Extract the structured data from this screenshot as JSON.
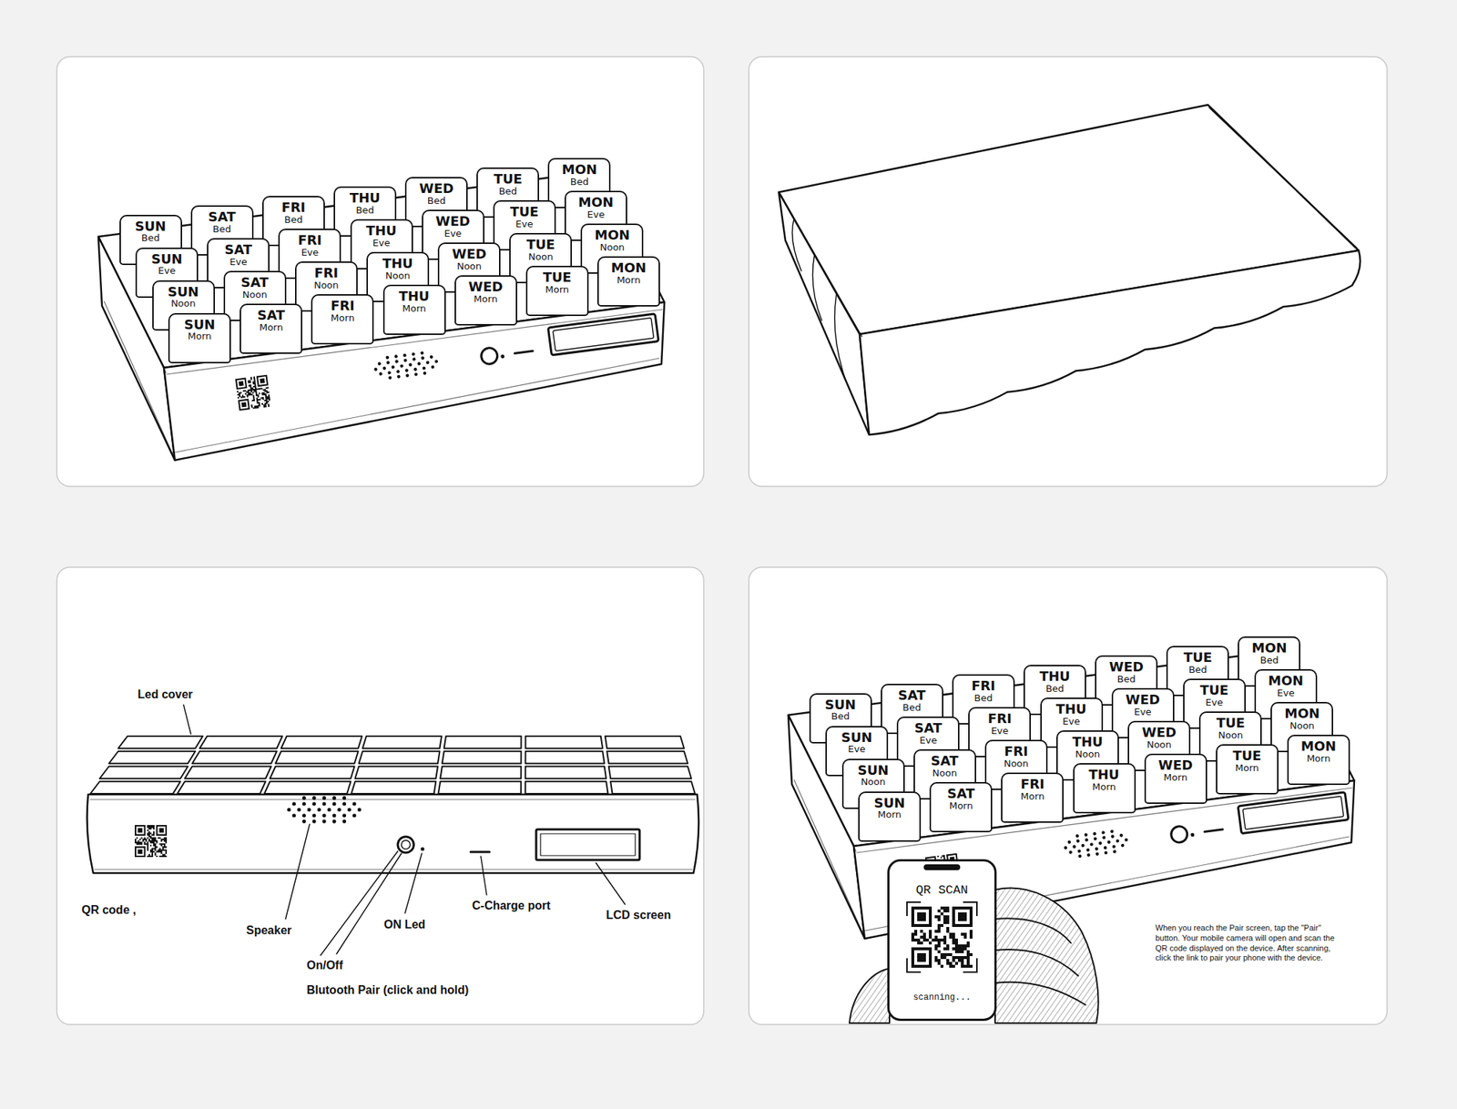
{
  "diagram": {
    "nodes": [
      {
        "text": [
          "SUN",
          "Bed"
        ]
      },
      {
        "text": [
          "SAT",
          "Bed"
        ]
      },
      {
        "text": [
          "FRI",
          "Bed"
        ]
      },
      {
        "text": [
          "THU",
          "Bed"
        ]
      },
      {
        "text": [
          "WED",
          "Bed"
        ]
      },
      {
        "text": [
          "TUE",
          "Bed"
        ]
      },
      {
        "text": [
          "MON",
          "Bed"
        ]
      },
      {
        "text": [
          "SUN",
          "Eve"
        ]
      },
      {
        "text": [
          "SAT",
          "Eve"
        ]
      },
      {
        "text": [
          "FRI",
          "Eve"
        ]
      },
      {
        "text": [
          "THU",
          "Eve"
        ]
      },
      {
        "text": [
          "WED",
          "Eve"
        ]
      },
      {
        "text": [
          "TUE",
          "Eve"
        ]
      },
      {
        "text": [
          "MON",
          "Eve"
        ]
      },
      {
        "text": [
          "SUN",
          "Noon"
        ]
      },
      {
        "text": [
          "SAT",
          "Noon"
        ]
      },
      {
        "text": [
          "FRI",
          "Noon"
        ]
      },
      {
        "text": [
          "THU",
          "Noon"
        ]
      },
      {
        "text": [
          "WED",
          "Noon"
        ]
      },
      {
        "text": [
          "TUE",
          "Noon"
        ]
      },
      {
        "text": [
          "MON",
          "Noon"
        ]
      },
      {
        "text": [
          "SUN",
          "Morn"
        ]
      },
      {
        "text": [
          "SAT",
          "Morn"
        ]
      },
      {
        "text": [
          "FRI",
          "Morn"
        ]
      },
      {
        "text": [
          "THU",
          "Morn"
        ]
      },
      {
        "text": [
          "WED",
          "Morn"
        ]
      },
      {
        "text": [
          "TUE",
          "Morn"
        ]
      },
      {
        "text": [
          "MON",
          "Morn"
        ]
      },
      {
        "text": [
          "SUN",
          "Bed"
        ]
      },
      {
        "text": [
          "SAT",
          "Bed"
        ]
      },
      {
        "text": [
          "FRI",
          "Bed"
        ]
      },
      {
        "text": [
          "THU",
          "Bed"
        ]
      },
      {
        "text": [
          "WED",
          "Bed"
        ]
      },
      {
        "text": [
          "TUE",
          "Bed"
        ]
      },
      {
        "text": [
          "MON",
          "Bed"
        ]
      },
      {
        "text": [
          "SUN",
          "Eve"
        ]
      },
      {
        "text": [
          "SAT",
          "Eve"
        ]
      },
      {
        "text": [
          "FRI",
          "Eve"
        ]
      },
      {
        "text": [
          "THU",
          "Eve"
        ]
      },
      {
        "text": [
          "WED",
          "Eve"
        ]
      },
      {
        "text": [
          "TUE",
          "Eve"
        ]
      },
      {
        "text": [
          "MON",
          "Eve"
        ]
      },
      {
        "text": [
          "SUN",
          "Noon"
        ]
      },
      {
        "text": [
          "SAT",
          "Noon"
        ]
      },
      {
        "text": [
          "FRI",
          "Noon"
        ]
      },
      {
        "text": [
          "THU",
          "Noon"
        ]
      },
      {
        "text": [
          "WED",
          "Noon"
        ]
      },
      {
        "text": [
          "TUE",
          "Noon"
        ]
      },
      {
        "text": [
          "MON",
          "Noon"
        ]
      },
      {
        "text": [
          "SUN",
          "Morn"
        ]
      },
      {
        "text": [
          "SAT",
          "Morn"
        ]
      },
      {
        "text": [
          "FRI",
          "Morn"
        ]
      },
      {
        "text": [
          "THU",
          "Morn"
        ]
      },
      {
        "text": [
          "WED",
          "Morn"
        ]
      },
      {
        "text": [
          "TUE",
          "Morn"
        ]
      },
      {
        "text": [
          "MON",
          "Morn"
        ]
      },
      {
        "text": [
          "QR SCAN",
          "scanning..."
        ]
      }
    ],
    "labels": [
      "Led cover",
      "QR code ,",
      "Speaker",
      "On/Off",
      "Blutooth Pair (click and hold)",
      "ON Led",
      "C-Charge port",
      "LCD screen",
      "When you reach the Pair screen, tap the \"Pair\" button. Your mobile camera will open and scan the QR code displayed on the device. After scanning, click the link to pair your phone with the device."
    ]
  }
}
